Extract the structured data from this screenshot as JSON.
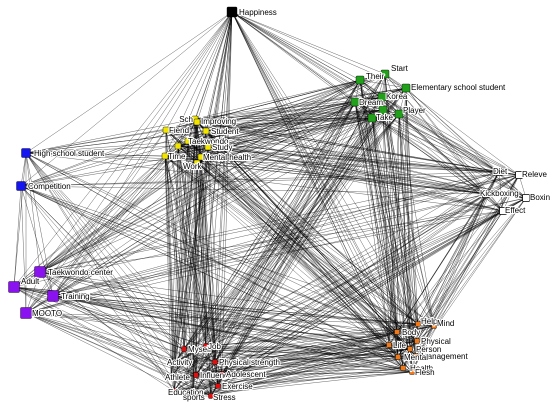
{
  "network": {
    "colors": {
      "edge": "#000000",
      "center": "#000000",
      "gold": "#f2e600",
      "green": "#22a01c",
      "white": "#ffffff",
      "blue": "#1515f0",
      "purple": "#8a12f0",
      "orange": "#f07818",
      "red": "#e01010"
    },
    "nodes": [
      {
        "id": "happiness",
        "label": "Happiness",
        "group": "center"
      },
      {
        "id": "their",
        "label": "Their",
        "group": "green"
      },
      {
        "id": "start",
        "label": "Start",
        "group": "green"
      },
      {
        "id": "dream",
        "label": "Dream",
        "group": "green"
      },
      {
        "id": "korea",
        "label": "Korea",
        "group": "green"
      },
      {
        "id": "elementary",
        "label": "Elementary school student",
        "group": "green"
      },
      {
        "id": "take",
        "label": "Take",
        "group": "green"
      },
      {
        "id": "player",
        "label": "Player",
        "group": "green"
      },
      {
        "id": "g8",
        "label": "",
        "group": "green"
      },
      {
        "id": "school",
        "label": "Sch",
        "group": "gold"
      },
      {
        "id": "improving",
        "label": "Improving",
        "group": "gold"
      },
      {
        "id": "friend",
        "label": "Fiend",
        "group": "gold"
      },
      {
        "id": "student",
        "label": "Student",
        "group": "gold"
      },
      {
        "id": "taekwondo",
        "label": "Taekwondo",
        "group": "gold"
      },
      {
        "id": "study",
        "label": "Study",
        "group": "gold"
      },
      {
        "id": "time",
        "label": "Time",
        "group": "gold"
      },
      {
        "id": "work",
        "label": "Work",
        "group": "gold"
      },
      {
        "id": "mental_health",
        "label": "Mental health",
        "group": "gold"
      },
      {
        "id": "gold_x",
        "label": "",
        "group": "gold"
      },
      {
        "id": "diet",
        "label": "Diet",
        "group": "white"
      },
      {
        "id": "releve",
        "label": "Releve",
        "group": "white"
      },
      {
        "id": "kickboxing",
        "label": "Kickboxing",
        "group": "white"
      },
      {
        "id": "boxing",
        "label": "Boxing",
        "group": "white"
      },
      {
        "id": "effect",
        "label": "Effect",
        "group": "white"
      },
      {
        "id": "high_school",
        "label": "High school student",
        "group": "blue"
      },
      {
        "id": "competition",
        "label": "Competition",
        "group": "blue"
      },
      {
        "id": "taekwondo_center",
        "label": "Taekwondo center",
        "group": "purple"
      },
      {
        "id": "adult",
        "label": "Adult",
        "group": "purple"
      },
      {
        "id": "training",
        "label": "Training",
        "group": "purple"
      },
      {
        "id": "mooto",
        "label": "MOOTO",
        "group": "purple"
      },
      {
        "id": "body",
        "label": "Body",
        "group": "orange"
      },
      {
        "id": "help",
        "label": "Help",
        "group": "orange"
      },
      {
        "id": "mind",
        "label": "Mind",
        "group": "orange"
      },
      {
        "id": "physical",
        "label": "Physical",
        "group": "orange"
      },
      {
        "id": "life",
        "label": "Life",
        "group": "orange"
      },
      {
        "id": "person",
        "label": "Person",
        "group": "orange"
      },
      {
        "id": "management",
        "label": "Management",
        "group": "orange"
      },
      {
        "id": "mental",
        "label": "Mental",
        "group": "orange"
      },
      {
        "id": "health",
        "label": "Health",
        "group": "orange"
      },
      {
        "id": "flesh",
        "label": "Flesh",
        "group": "orange"
      },
      {
        "id": "myself",
        "label": "Myself",
        "group": "red"
      },
      {
        "id": "job",
        "label": "Job",
        "group": "red"
      },
      {
        "id": "activity",
        "label": "Activity",
        "group": "red"
      },
      {
        "id": "physical_strength",
        "label": "Physical strength",
        "group": "red"
      },
      {
        "id": "influence",
        "label": "Influence",
        "group": "red"
      },
      {
        "id": "adolescent",
        "label": "Adolescent",
        "group": "red"
      },
      {
        "id": "athlete",
        "label": "Athlete",
        "group": "red"
      },
      {
        "id": "exercise",
        "label": "Exercise",
        "group": "red"
      },
      {
        "id": "education",
        "label": "Education",
        "group": "red"
      },
      {
        "id": "sports",
        "label": "sports",
        "group": "red"
      },
      {
        "id": "stress",
        "label": "Stress",
        "group": "red"
      }
    ]
  }
}
